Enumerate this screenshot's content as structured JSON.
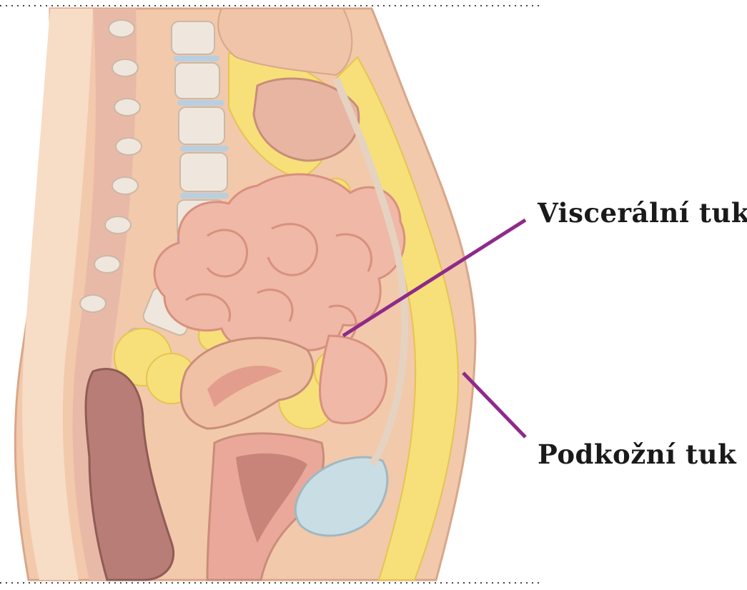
{
  "labels": {
    "visceral": "Viscerální tuk",
    "subcutaneous": "Podkožní tuk"
  },
  "colors": {
    "skin": "#f2c9ab",
    "skin_light": "#f7dcc6",
    "fat": "#f7e07a",
    "fat_light": "#fbef9e",
    "intestine": "#f0b8a6",
    "intestine_dark": "#d9907e",
    "vertebra": "#efe7dd",
    "bladder": "#c9dde4",
    "rectum": "#b87d76",
    "leader_line": "#8e2a8a",
    "dotted_border": "#444444"
  },
  "icons": [
    "anatomical-cross-section"
  ]
}
